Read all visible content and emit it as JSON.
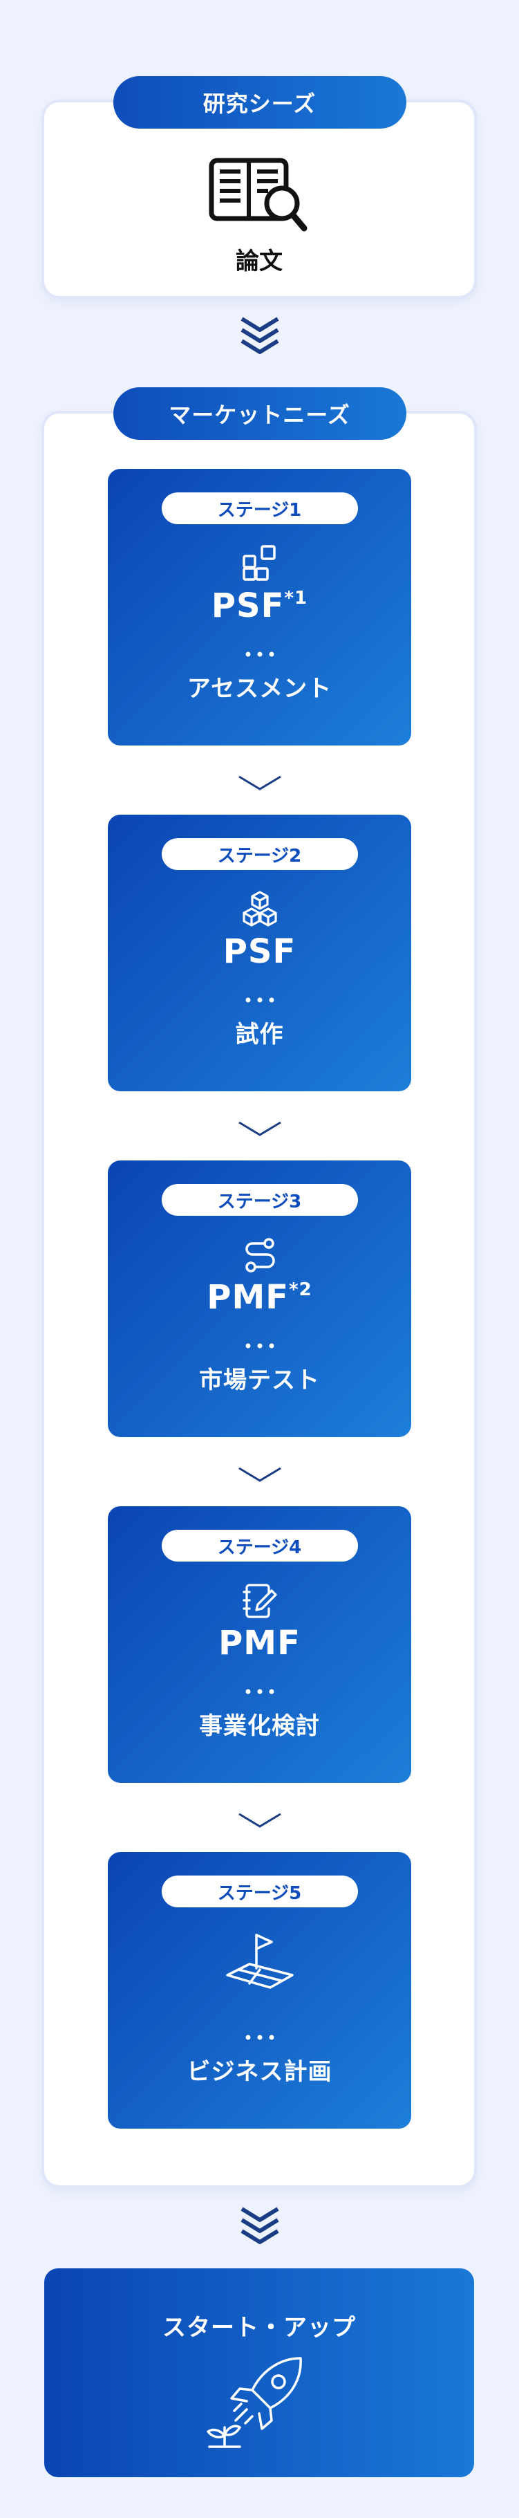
{
  "research": {
    "pill_label": "研究シーズ",
    "item_label": "論文",
    "icon": "book-search-icon"
  },
  "market": {
    "pill_label": "マーケットニーズ"
  },
  "stages": [
    {
      "badge": "ステージ1",
      "title": "PSF",
      "title_sup": "*1",
      "subtitle": "アセスメント",
      "icon": "grid-blocks-icon"
    },
    {
      "badge": "ステージ2",
      "title": "PSF",
      "title_sup": "",
      "subtitle": "試作",
      "icon": "cubes-icon"
    },
    {
      "badge": "ステージ3",
      "title": "PMF",
      "title_sup": "*2",
      "subtitle": "市場テスト",
      "icon": "route-icon"
    },
    {
      "badge": "ステージ4",
      "title": "PMF",
      "title_sup": "",
      "subtitle": "事業化検討",
      "icon": "notebook-pen-icon"
    },
    {
      "badge": "ステージ5",
      "title": "",
      "title_sup": "",
      "subtitle": "ビジネス計画",
      "icon": "flag-map-icon"
    }
  ],
  "final": {
    "title": "スタート・アップ",
    "icon": "rocket-icon"
  },
  "colors": {
    "background": "#eef2fd",
    "blue_dark": "#0a45b3",
    "blue_light": "#1a78d6",
    "chevron": "#1a3d85"
  }
}
